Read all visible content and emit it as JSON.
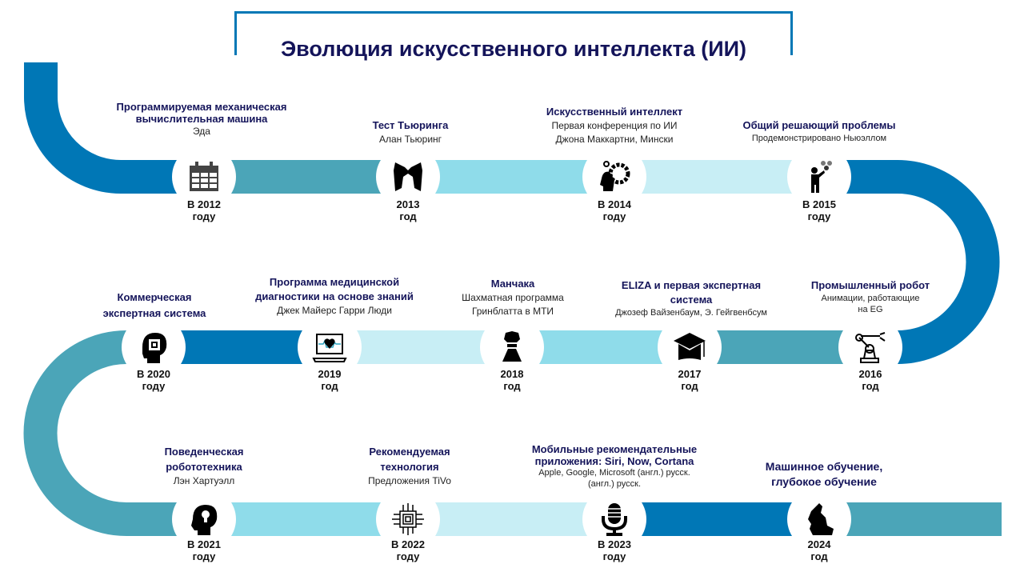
{
  "title": "Эволюция искусственного интеллекта (ИИ)",
  "colors": {
    "dark_blue": "#0077b6",
    "teal": "#4ba5b8",
    "light": "#8fdcea",
    "lighter": "#c8eef5",
    "title": "#14145a"
  },
  "events": [
    {
      "year_line1": "В 2012",
      "year_line2": "году",
      "heading": "Программируемая механическая вычислительная машина",
      "sub": [
        "Эда"
      ],
      "icon": "calendar-icon"
    },
    {
      "year_line1": "2013",
      "year_line2": "год",
      "heading": "Тест Тьюринга",
      "sub": [
        "Алан Тьюринг"
      ],
      "icon": "turing-mask-icon"
    },
    {
      "year_line1": "В 2014",
      "year_line2": "году",
      "heading": "Искусственный интеллект",
      "sub": [
        "Первая конференция по ИИ",
        "Джона Маккартни, Мински"
      ],
      "icon": "head-gears-icon"
    },
    {
      "year_line1": "В 2015",
      "year_line2": "году",
      "heading": "Общий решающий проблемы",
      "sub": [
        "Продемонстрировано Ньюэллом"
      ],
      "icon": "person-problem-solver-icon"
    },
    {
      "year_line1": "2016",
      "year_line2": "год",
      "heading": "Промышленный робот",
      "sub": [
        "Анимации, работающие",
        "на EG"
      ],
      "icon": "robot-arm-icon"
    },
    {
      "year_line1": "2017",
      "year_line2": "год",
      "heading": "ELIZA и первая экспертная система",
      "sub": [
        "Джозеф Вайзенбаум, Э. Гейгвенбсум"
      ],
      "icon": "graduation-cap-icon"
    },
    {
      "year_line1": "2018",
      "year_line2": "год",
      "heading": "Манчака",
      "sub": [
        "Шахматная программа",
        "Гринблатта в МТИ"
      ],
      "icon": "chess-piece-icon"
    },
    {
      "year_line1": "2019",
      "year_line2": "год",
      "heading": "Программа медицинской диагностики на основе знаний",
      "sub": [
        "Джек Майерс Гарри Люди"
      ],
      "icon": "laptop-heartbeat-icon"
    },
    {
      "year_line1": "В 2020",
      "year_line2": "году",
      "heading": "Коммерческая экспертная система",
      "sub": [],
      "icon": "chip-head-icon"
    },
    {
      "year_line1": "В 2021",
      "year_line2": "году",
      "heading": "Поведенческая робототехника",
      "sub": [
        "Лэн Хартуэлл"
      ],
      "icon": "head-keyhole-icon"
    },
    {
      "year_line1": "В 2022",
      "year_line2": "году",
      "heading": "Рекомендуемая технология",
      "sub": [
        "Предложения TiVo"
      ],
      "icon": "circuit-chip-icon"
    },
    {
      "year_line1": "В 2023",
      "year_line2": "году",
      "heading": "Мобильные рекомендательные приложения: Siri, Now, Cortana",
      "sub": [
        "Apple, Google, Microsoft (англ.) русск.",
        "(англ.) русск."
      ],
      "icon": "microphone-icon"
    },
    {
      "year_line1": "2024",
      "year_line2": "год",
      "heading": "Машинное обучение, глубокое обучение",
      "sub": [],
      "icon": "head-silhouette-icon"
    }
  ]
}
